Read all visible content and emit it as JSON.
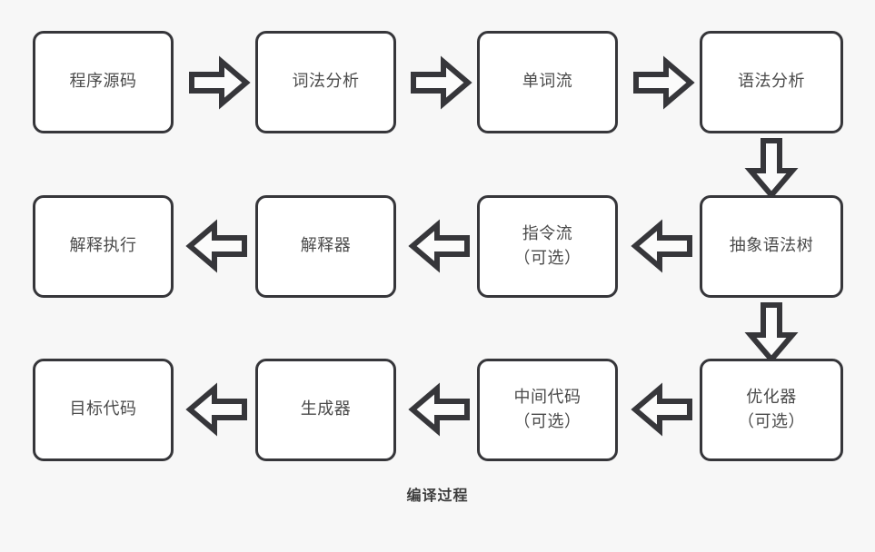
{
  "diagram": {
    "caption": "编译过程",
    "background_color": "#f7f7f7",
    "node_border_color": "#36363a",
    "node_fill_color": "#ffffff",
    "arrow_stroke_color": "#36363a",
    "arrow_fill_color": "#fbfbfb",
    "text_color": "#4a4a4a"
  },
  "nodes": {
    "source_code": {
      "label": "程序源码",
      "sub": ""
    },
    "lexical": {
      "label": "词法分析",
      "sub": ""
    },
    "token_stream": {
      "label": "单词流",
      "sub": ""
    },
    "syntax": {
      "label": "语法分析",
      "sub": ""
    },
    "ast": {
      "label": "抽象语法树",
      "sub": ""
    },
    "instr_stream": {
      "label": "指令流",
      "sub": "（可选）"
    },
    "interpreter": {
      "label": "解释器",
      "sub": ""
    },
    "interpret_run": {
      "label": "解释执行",
      "sub": ""
    },
    "optimizer": {
      "label": "优化器",
      "sub": "（可选）"
    },
    "ir_code": {
      "label": "中间代码",
      "sub": "（可选）"
    },
    "generator": {
      "label": "生成器",
      "sub": ""
    },
    "target_code": {
      "label": "目标代码",
      "sub": ""
    }
  },
  "arrows": {
    "a1": {
      "name": "arrow-right-source-to-lexical",
      "direction": "right"
    },
    "a2": {
      "name": "arrow-right-lexical-to-token",
      "direction": "right"
    },
    "a3": {
      "name": "arrow-right-token-to-syntax",
      "direction": "right"
    },
    "a4": {
      "name": "arrow-down-syntax-to-ast",
      "direction": "down"
    },
    "a5": {
      "name": "arrow-left-ast-to-instr",
      "direction": "left"
    },
    "a6": {
      "name": "arrow-left-instr-to-interpreter",
      "direction": "left"
    },
    "a7": {
      "name": "arrow-left-interpreter-to-execute",
      "direction": "left"
    },
    "a8": {
      "name": "arrow-down-ast-to-optimizer",
      "direction": "down"
    },
    "a9": {
      "name": "arrow-left-optimizer-to-ir",
      "direction": "left"
    },
    "a10": {
      "name": "arrow-left-ir-to-generator",
      "direction": "left"
    },
    "a11": {
      "name": "arrow-left-generator-to-target",
      "direction": "left"
    }
  }
}
